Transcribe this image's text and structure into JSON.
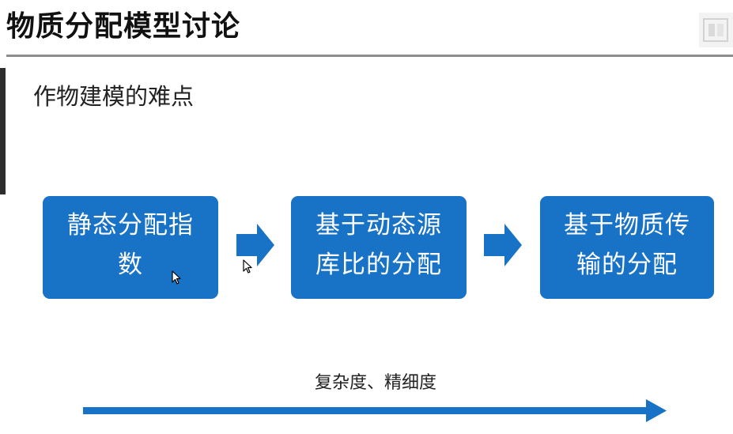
{
  "slide": {
    "title": "物质分配模型讨论",
    "subtitle": "作物建模的难点"
  },
  "flow": {
    "steps": [
      {
        "line1": "静态分配指",
        "line2": "数"
      },
      {
        "line1": "基于动态源",
        "line2": "库比的分配"
      },
      {
        "line1": "基于物质传",
        "line2": "输的分配"
      }
    ]
  },
  "axis": {
    "label": "复杂度、精细度"
  },
  "colors": {
    "accent": "#1872c6",
    "rule": "#8c8c8c",
    "text": "#111111"
  },
  "icons": [
    "right-arrow-icon",
    "cursor-icon",
    "logo-icon"
  ]
}
